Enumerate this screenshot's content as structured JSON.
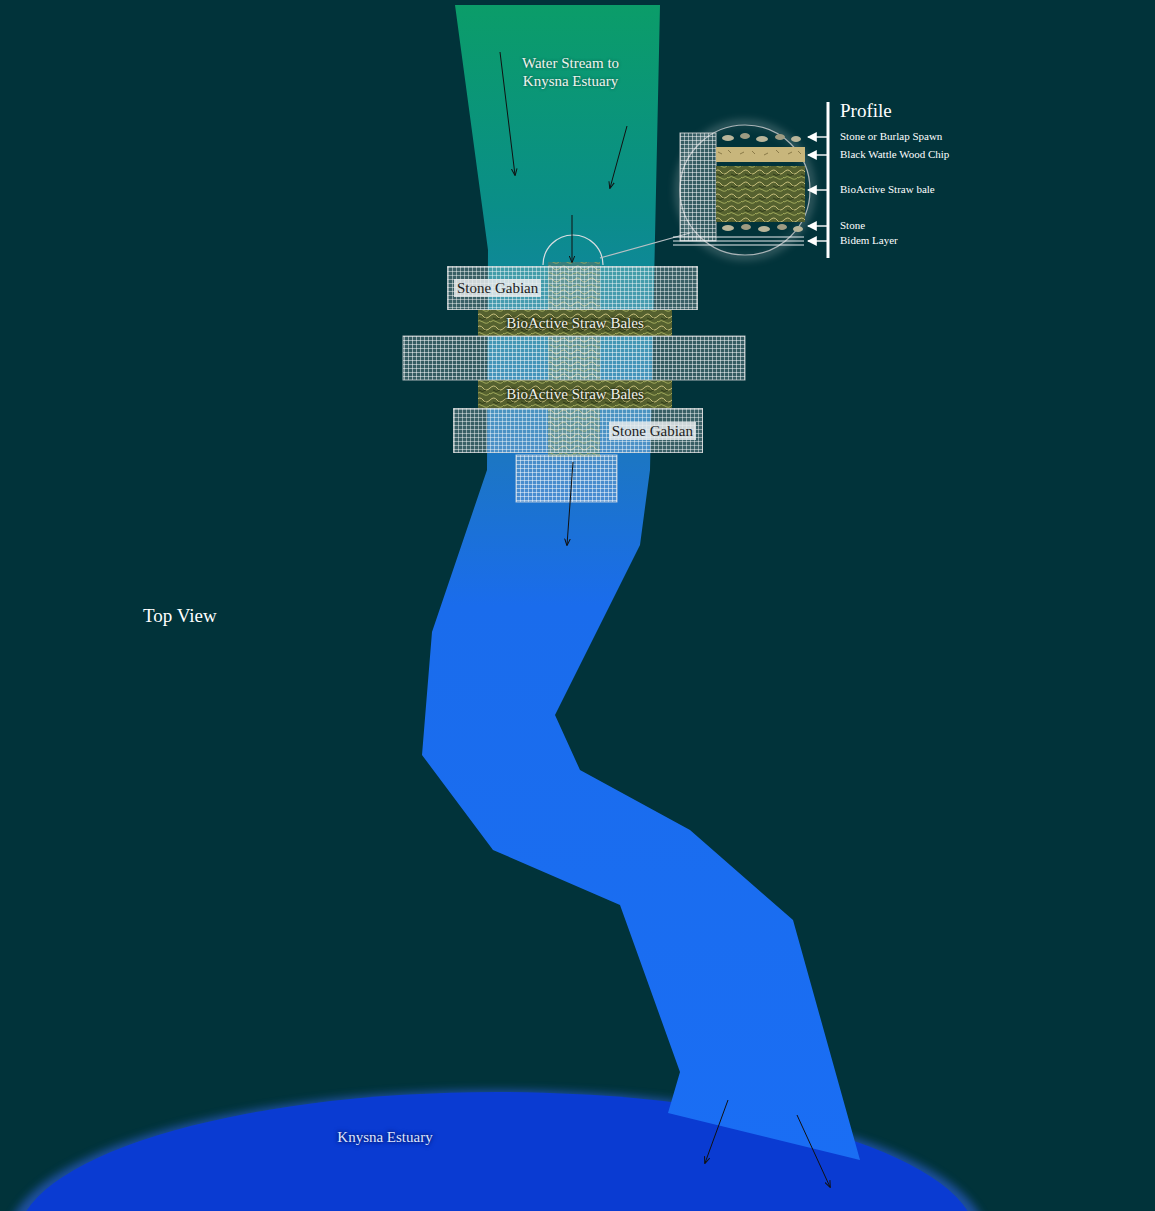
{
  "diagram": {
    "nodes": [
      {
        "text": [
          "Water Stream to Knysna Estuary"
        ]
      },
      {
        "text": [
          "Stone Gabian"
        ]
      },
      {
        "text": [
          "BioActive Straw Bales"
        ]
      },
      {
        "text": [
          "BioActive Straw Bales"
        ]
      },
      {
        "text": [
          "Stone Gabian"
        ]
      },
      {
        "text": [
          "Knysna Estuary"
        ]
      }
    ],
    "labels": [
      "Profile",
      "Stone or Burlap Spawn",
      "Black Wattle Wood Chip",
      "BioActive Straw bale",
      "Stone",
      "Bidem Layer",
      "Top View"
    ]
  }
}
